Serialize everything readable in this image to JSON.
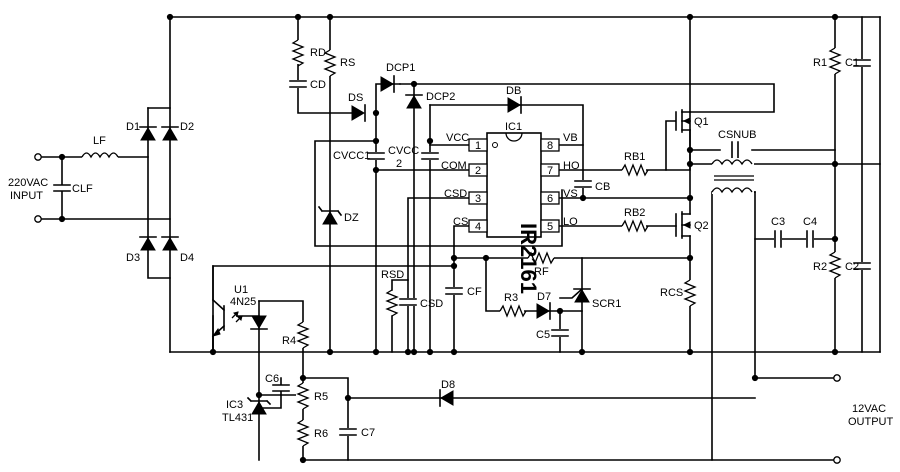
{
  "input": {
    "line1": "220VAC",
    "line2": "INPUT"
  },
  "output": {
    "line1": "12VAC",
    "line2": "OUTPUT"
  },
  "ic": {
    "ref": "IC1",
    "part": "IR2161",
    "pins_left": [
      {
        "num": "1",
        "name": "VCC"
      },
      {
        "num": "2",
        "name": "COM"
      },
      {
        "num": "3",
        "name": "CSD"
      },
      {
        "num": "4",
        "name": "CS"
      }
    ],
    "pins_right": [
      {
        "num": "8",
        "name": "VB"
      },
      {
        "num": "7",
        "name": "HO"
      },
      {
        "num": "6",
        "name": "VS"
      },
      {
        "num": "5",
        "name": "LO"
      }
    ]
  },
  "labels": {
    "LF": "LF",
    "CLF": "CLF",
    "D1": "D1",
    "D2": "D2",
    "D3": "D3",
    "D4": "D4",
    "RD": "RD",
    "CD": "CD",
    "RS": "RS",
    "DCP1": "DCP1",
    "DCP2": "DCP2",
    "DS": "DS",
    "DB": "DB",
    "DZ": "DZ",
    "CVCC1": "CVCC1",
    "CVCC2a": "CVCC",
    "CVCC2b": "2",
    "CB": "CB",
    "RB1": "RB1",
    "RB2": "RB2",
    "Q1": "Q1",
    "Q2": "Q2",
    "CSNUB": "CSNUB",
    "R1": "R1",
    "C1": "C1",
    "R2": "R2",
    "C2": "C2",
    "C3": "C3",
    "C4": "C4",
    "RSD": "RSD",
    "CSD": "CSD",
    "CF": "CF",
    "RF": "RF",
    "R3": "R3",
    "D7": "D7",
    "SCR1": "SCR1",
    "C5": "C5",
    "RCS": "RCS",
    "U1": "U1",
    "U1part": "4N25",
    "R4": "R4",
    "C6": "C6",
    "R5": "R5",
    "R6": "R6",
    "C7": "C7",
    "D8": "D8",
    "IC3": "IC3",
    "IC3part": "TL431"
  }
}
